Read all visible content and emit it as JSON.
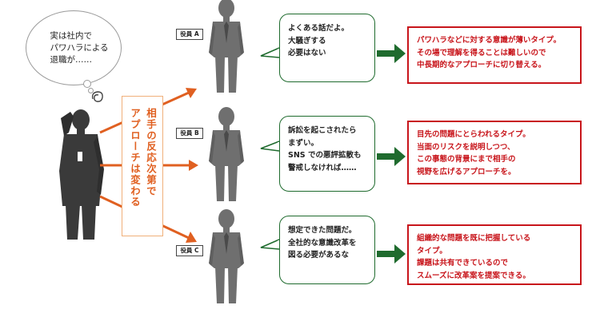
{
  "thought_bubble": {
    "text": "実は社内で\nパワハラによる\n退職が……"
  },
  "center_label": {
    "col1": "相手の反応次第で",
    "col2": "アプローチは変わる"
  },
  "rows": [
    {
      "tag": "役員 A",
      "speech": "よくある話だよ。\n大騒ぎする\n必要はない",
      "response": "パワハラなどに対する意識が薄いタイプ。\nその場で理解を得ることは難しいので\n中長期的なアプローチに切り替える。"
    },
    {
      "tag": "役員 B",
      "speech": "訴訟を起こされたら\nまずい。\nSNS での悪評拡散も\n警戒しなければ……",
      "response": "目先の問題にとらわれるタイプ。\n当面のリスクを説明しつつ、\nこの事態の背景にまで相手の\n視野を広げるアプローチを。"
    },
    {
      "tag": "役員 C",
      "speech": "想定できた問題だ。\n全社的な意識改革を\n図る必要があるな",
      "response": "組織的な問題を既に把握している\nタイプ。\n課題は共有できているので\nスムーズに改革案を提案できる。"
    }
  ],
  "colors": {
    "arrow_orange": "#e06021",
    "arrow_green": "#1f6b2e",
    "box_red": "#c8151b",
    "silhouette": "#6f6f6f",
    "silhouette_dark": "#3a3a3a"
  }
}
